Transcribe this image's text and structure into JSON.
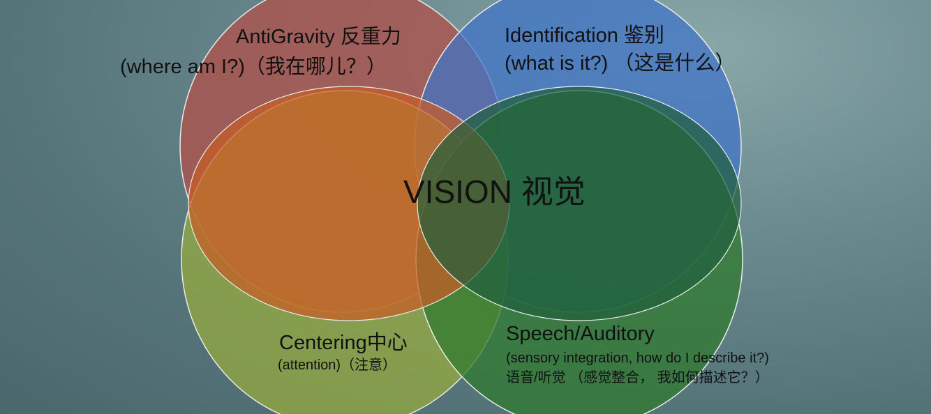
{
  "diagram": {
    "center": "VISION 视觉",
    "circles": [
      {
        "id": "antigravity",
        "title": "AntiGravity 反重力",
        "subtitle": "(where am I?)（我在哪儿？）",
        "color": "#b0524c"
      },
      {
        "id": "identification",
        "title": "Identification 鉴别",
        "subtitle": "(what is it?) （这是什么）",
        "color": "#3f73c9"
      },
      {
        "id": "centering",
        "title": "Centering中心",
        "subtitle": "(attention)（注意）",
        "color": "#9aae3c"
      },
      {
        "id": "speech",
        "title": "Speech/Auditory",
        "subtitle": "(sensory integration, how do I describe it?)",
        "subtitle2": "语音/听觉 （感觉整合， 我如何描述它？）",
        "color": "#2f7a2e"
      },
      {
        "id": "vision",
        "color": "#c75d26"
      },
      {
        "id": "vision-green",
        "color": "#1f5e3c"
      }
    ]
  }
}
